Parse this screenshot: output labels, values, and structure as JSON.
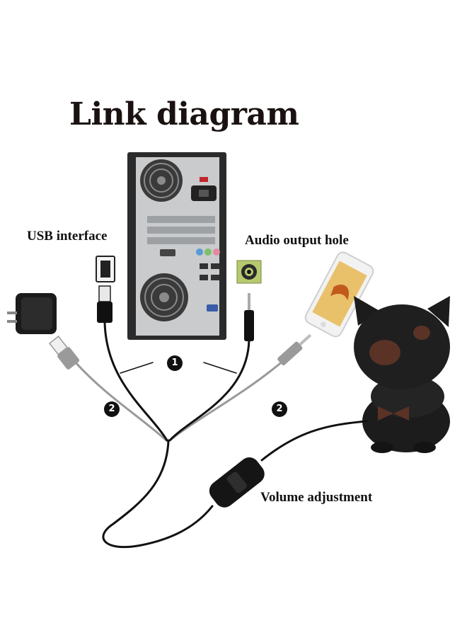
{
  "title": "Link diagram",
  "labels": {
    "usb": "USB interface",
    "audio": "Audio output hole",
    "volume": "Volume adjustment"
  },
  "badges": {
    "center": "1",
    "left": "2",
    "right": "2"
  },
  "icons": [
    "computer-tower-icon",
    "usb-port-icon",
    "audio-jack-port-icon",
    "power-adapter-icon",
    "smartphone-icon",
    "cat-speaker-icon",
    "usb-plug-icon",
    "audio-plug-icon",
    "volume-control-icon"
  ],
  "colors": {
    "cable_dark": "#111111",
    "cable_gray": "#9a9a9a",
    "tower_body": "#2b2b2b",
    "panel_metal": "#c9cbcd",
    "audio_green": "#b7c96f",
    "speaker_body": "#1c1c1c",
    "speaker_patch": "#5a3326"
  }
}
